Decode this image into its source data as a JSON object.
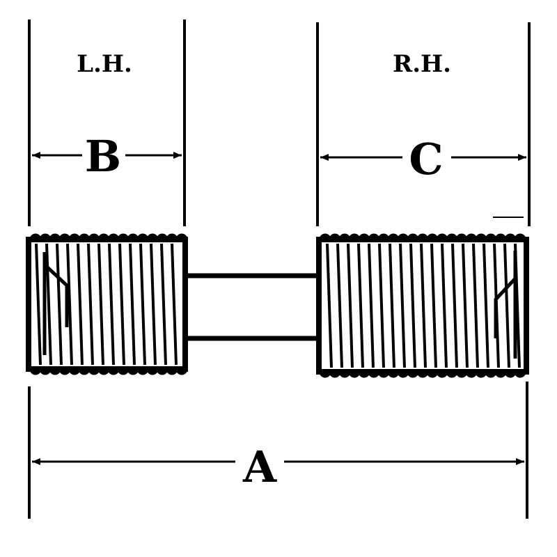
{
  "labels": {
    "left_hand": "L.H.",
    "right_hand": "R.H.",
    "dim_left": "B",
    "dim_right": "C",
    "dim_overall": "A"
  },
  "colors": {
    "ink": "#000000",
    "paper": "#ffffff"
  }
}
